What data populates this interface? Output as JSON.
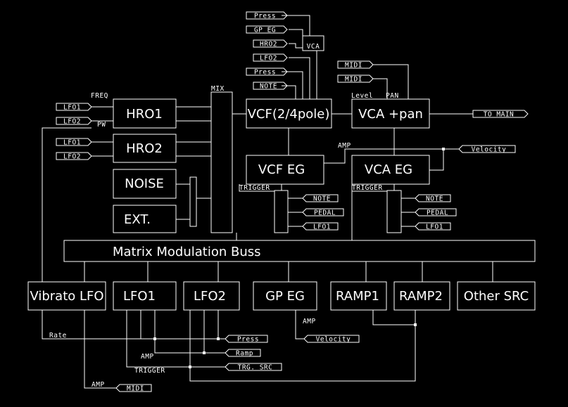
{
  "modules": {
    "hro1": "HRO1",
    "hro2": "HRO2",
    "noise": "NOISE",
    "ext": "EXT.",
    "vcf": "VCF(2/4pole)",
    "vca_pan": "VCA +pan",
    "vcf_eg": "VCF EG",
    "vca_eg": "VCA EG",
    "vca_small": "VCA",
    "matrix": "Matrix Modulation Buss",
    "vibrato_lfo": "Vibrato LFO",
    "lfo1": "LFO1",
    "lfo2": "LFO2",
    "gp_eg": "GP EG",
    "ramp1": "RAMP1",
    "ramp2": "RAMP2",
    "other_src": "Other SRC"
  },
  "labels": {
    "freq": "FREQ",
    "pw": "PW",
    "mix": "MIX",
    "level": "Level",
    "pan": "PAN",
    "amp": "AMP",
    "trigger": "TRIGGER",
    "rate": "Rate"
  },
  "tags": {
    "hro1_lfo1": "LFO1",
    "hro1_lfo2": "LFO2",
    "hro2_lfo1": "LFO1",
    "hro2_lfo2": "LFO2",
    "press_top": "Press",
    "gp_eg_top": "GP EG",
    "hro2_top": "HRO2",
    "lfo2_top": "LFO2",
    "press_vcf": "Press",
    "note_vcf": "NOTE",
    "midi_1": "MIDI",
    "midi_2": "MIDI",
    "to_main": "TO MAIN",
    "velocity_vca": "Velocity",
    "vcfeg_note": "NOTE",
    "vcfeg_pedal": "PEDAL",
    "vcfeg_lfo1": "LFO1",
    "vcaeg_note": "NOTE",
    "vcaeg_pedal": "PEDAL",
    "vcaeg_lfo1": "LFO1",
    "gp_velocity": "Velocity",
    "press_lfo": "Press",
    "ramp_lfo": "Ramp",
    "trg_src": "TRG. SRC",
    "midi_vib": "MIDI"
  },
  "colors": {
    "background": "#000000",
    "stroke": "#ffffff"
  }
}
